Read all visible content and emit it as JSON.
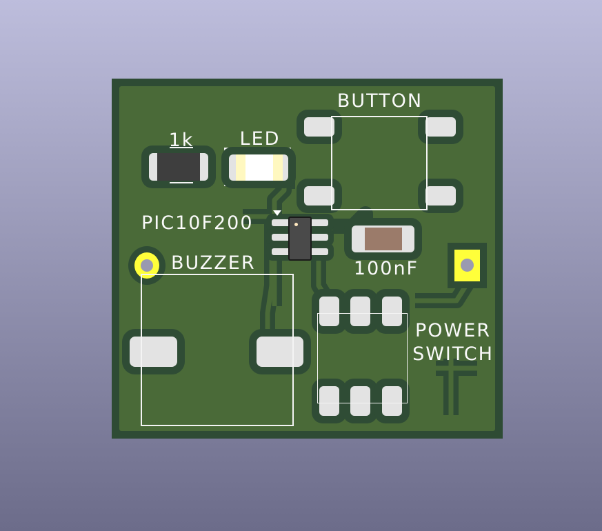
{
  "labels": {
    "resistor": "1k",
    "led": "LED",
    "button": "BUTTON",
    "mcu": "PIC10F200",
    "capacitor": "100nF",
    "buzzer": "BUZZER",
    "switch_line1": "POWER",
    "switch_line2": "SWITCH"
  },
  "colors": {
    "board": "#4a6a38",
    "mask_edge": "#2e4b34",
    "pad": "#e3e3e3",
    "through_hole": "#ffff3a",
    "capacitor_body": "#9b7b6a",
    "ic_body": "#4a4a4a"
  }
}
